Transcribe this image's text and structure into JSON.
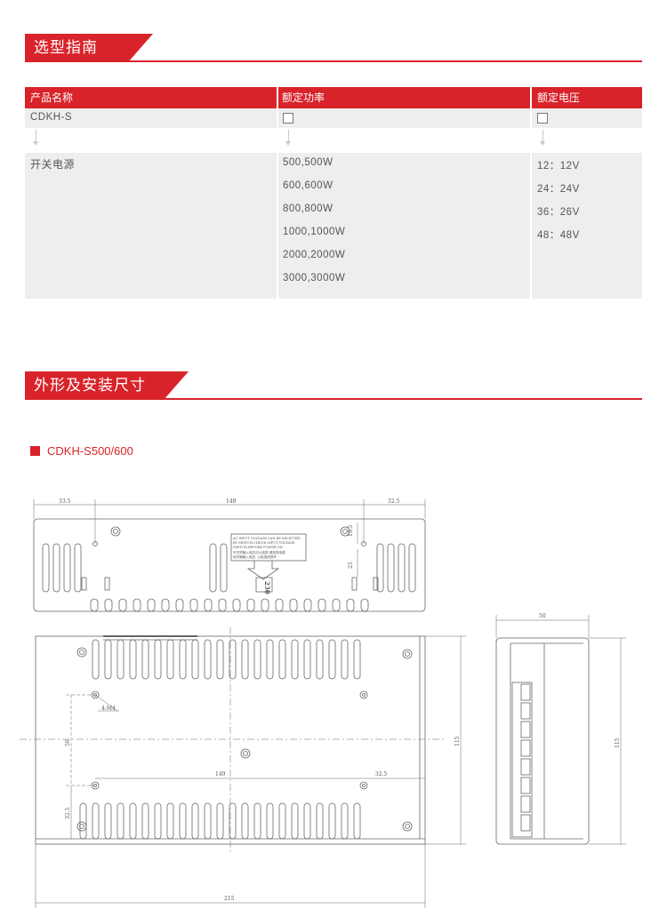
{
  "section1": {
    "title": "选型指南"
  },
  "table": {
    "headers": [
      "产品名称",
      "额定功率",
      "额定电压"
    ],
    "code_row": {
      "product": "CDKH-S"
    },
    "product_name": "开关电源",
    "powers": [
      "500,500W",
      "600,600W",
      "800,800W",
      "1000,1000W",
      "2000,2000W",
      "3000,3000W"
    ],
    "voltages": [
      "12：12V",
      "24：24V",
      "36：26V",
      "48：48V"
    ]
  },
  "section2": {
    "title": "外形及安装尺寸"
  },
  "model": {
    "label": "CDKH-S500/600"
  },
  "drawing": {
    "top_dims": [
      "33.5",
      "149",
      "32.5"
    ],
    "top_side_dims": [
      "13.5",
      "25"
    ],
    "switch_label": "230",
    "label_lines": [
      "AC INPUT VOLTAGE CAN BE SELECTED",
      "BY SWITCH.CHECK INPUT VOLTAGE",
      "SWITCH BEFORE POWER ON",
      "开关须输入电压可以选择,请选择电源",
      "前先确输入电压, 以免造成损坏"
    ],
    "front_dims": [
      "4-M4",
      "50",
      "149",
      "32.5",
      "32.5",
      "115",
      "215"
    ],
    "side_dims": [
      "50",
      "115"
    ]
  },
  "colors": {
    "accent": "#d8232a",
    "row_bg": "#eeeeef"
  }
}
